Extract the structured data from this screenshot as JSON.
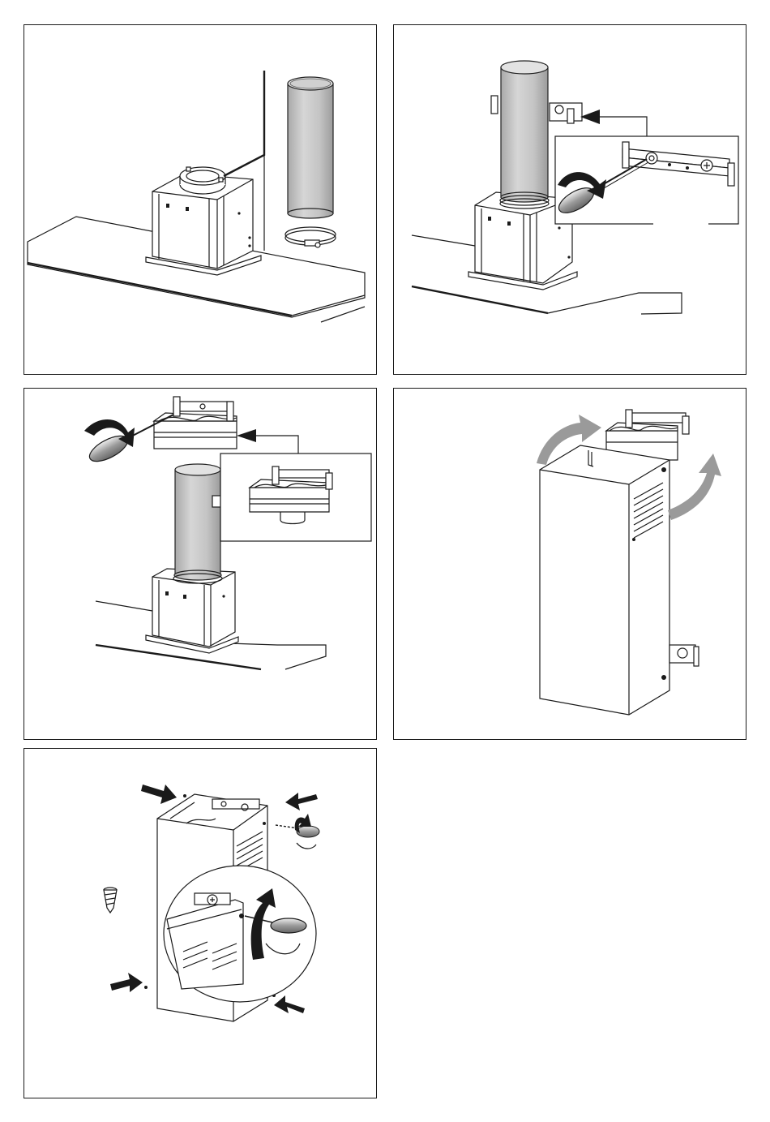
{
  "document": {
    "steps": [
      {
        "name": "step-1",
        "tool_icon": "hose-clamp-icon",
        "part_icon": "exhaust-duct-icon"
      },
      {
        "name": "step-2",
        "tool_icon": "screwdriver-icon",
        "part_icon": "wall-bracket-icon"
      },
      {
        "name": "step-3",
        "tool_icon": "screwdriver-icon",
        "part_icon": "top-bracket-icon"
      },
      {
        "name": "step-4",
        "tool_icon": "rotate-arrow-icon",
        "part_icon": "chimney-cover-icon"
      },
      {
        "name": "step-5",
        "tool_icon": "screw-icon",
        "part_icon": "chimney-cover-icon"
      }
    ],
    "colors": {
      "line": "#1a1a1a",
      "duct": "#c8c8c8",
      "arrow": "#9a9a9a"
    }
  }
}
